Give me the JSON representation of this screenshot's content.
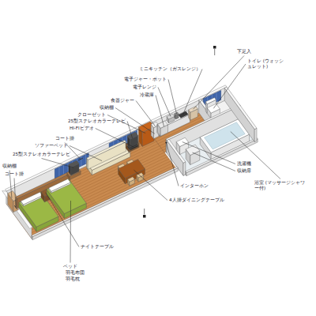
{
  "diagram": {
    "labels": [
      "下足入",
      "トイレ (ウォッシュレット)",
      "ミニキッチン（ガスレンジ）",
      "電子ジャー・ポット",
      "電子レンジ",
      "冷蔵庫",
      "食器ジャー",
      "収納棚",
      "クローゼット",
      "25型ステレオカラーテレビ",
      "HI-FIビデオ",
      "コート掛",
      "ソファーベッド",
      "25型ステレオカラーテレビ",
      "収納棚",
      "コート掛",
      "インターホン",
      "4人掛ダイニングテーブル",
      "洗濯機",
      "収納扉",
      "浴室 (マッサージシャワー付)",
      "ナイトテーブル",
      "ベッド",
      "羽毛布団",
      "羽毛枕"
    ]
  }
}
